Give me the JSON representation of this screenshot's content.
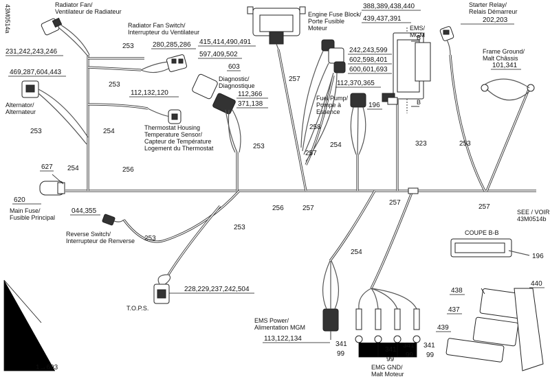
{
  "doc_code": "43M0514a",
  "components": {
    "radiator_fan": {
      "label_en": "Radiator Fan/",
      "label_fr": "Ventilateur de Radiateur",
      "refs": "231,242,243,246"
    },
    "fan_switch": {
      "label_en": "Radiator Fan Switch/",
      "label_fr": "Interrupteur du Ventilateur",
      "refs": "280,285,286"
    },
    "alternator": {
      "label_en": "Alternator/",
      "label_fr": "Alternateur",
      "refs": "469,287,604,443"
    },
    "diagnostic": {
      "ref_top": "603",
      "label_en": "Diagnostic/",
      "label_fr": "Diagnostique",
      "refs_a": "112,366",
      "refs_b": "371,138"
    },
    "thermostat_sensor": {
      "refs": "112,132,120",
      "line1": "Thermostat Housing",
      "line2": "Temperature Sensor/",
      "line3": "Capteur de Température",
      "line4": "Logement du Thermostat"
    },
    "top_module": {
      "refs_a": "415,414,490,491",
      "refs_b": "597,409,502"
    },
    "fuse_block": {
      "label_en": "Engine Fuse Block/",
      "label_fr1": "Porte Fusible",
      "label_fr2": "Moteur",
      "refs_a": "242,243,599",
      "refs_b": "602,598,401",
      "refs_c": "600,601,693"
    },
    "ems": {
      "refs_a": "388,389,438,440",
      "refs_b": "439,437,391",
      "label_en": "EMS/",
      "label_fr": "MGM",
      "section_a": "B",
      "section_b": "B"
    },
    "starter_relay": {
      "label_en": "Starter Relay/",
      "label_fr": "Relais Démarreur",
      "refs": "202,203"
    },
    "frame_ground": {
      "label_en": "Frame Ground/",
      "label_fr": "Malt Châssis",
      "refs": "101,341"
    },
    "fuel_pump": {
      "refs": "112,370,365",
      "label_en": "Fuel Pump/",
      "label_fr1": "Pompe à",
      "label_fr2": "Essence"
    },
    "bracket": {
      "ref": "196"
    },
    "main_fuse": {
      "ref_a": "627",
      "ref_b": "620",
      "label_en": "Main Fuse/",
      "label_fr": "Fusible Principal"
    },
    "reverse_switch": {
      "refs": "044,355",
      "label_en": "Reverse Switch/",
      "label_fr": "Interrupteur de Renverse"
    },
    "tops": {
      "refs": "228,229,237,242,504",
      "label": "T.O.P.S."
    },
    "ems_power": {
      "label_en": "EMS Power/",
      "label_fr": "Alimentation MGM",
      "refs": "113,122,134"
    },
    "emg_gnd": {
      "label_en": "EMG GND/",
      "label_fr": "Malt Moteur",
      "ref_terminal": "341",
      "ref_nut": "99"
    },
    "see_also": {
      "line1": "SEE / VOIR",
      "line2": "43M0514b"
    },
    "coupe": {
      "title": "COUPE B-B",
      "ref": "196"
    },
    "connectors": {
      "r438": "438",
      "r437": "437",
      "r439": "439",
      "r440": "440"
    },
    "footer": {
      "ref": "1→693"
    }
  },
  "harness_callouts": {
    "c253a": "253",
    "c253b": "253",
    "c253c": "253",
    "c253d": "253",
    "c253e": "253",
    "c253f": "253",
    "c253g": "253",
    "c254a": "254",
    "c254b": "254",
    "c254c": "254",
    "c254d": "254",
    "c256a": "256",
    "c256b": "256",
    "c257a": "257",
    "c257b": "257",
    "c257c": "257",
    "c257d": "257",
    "c257e": "257",
    "c258": "258",
    "c323": "323"
  },
  "colors": {
    "line": "#333333",
    "wire": "#555555",
    "background": "#ffffff"
  }
}
